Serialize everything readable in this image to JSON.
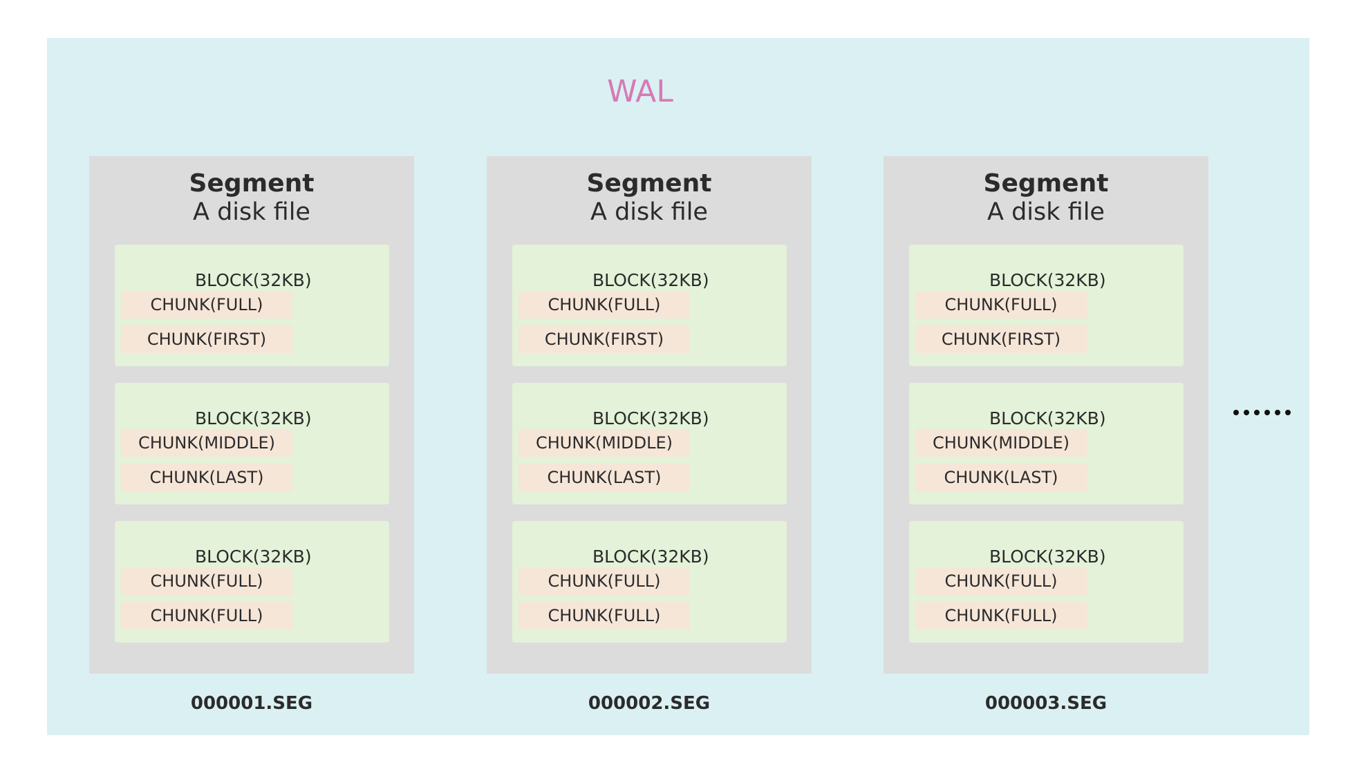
{
  "wal": {
    "title": "WAL"
  },
  "segments": [
    {
      "title": "Segment",
      "subtitle": "A disk file",
      "file": "000001.SEG",
      "blocks": [
        {
          "label": "BLOCK(32KB)",
          "chunks": [
            "CHUNK(FULL)",
            "CHUNK(FIRST)"
          ]
        },
        {
          "label": "BLOCK(32KB)",
          "chunks": [
            "CHUNK(MIDDLE)",
            "CHUNK(LAST)"
          ]
        },
        {
          "label": "BLOCK(32KB)",
          "chunks": [
            "CHUNK(FULL)",
            "CHUNK(FULL)"
          ]
        }
      ]
    },
    {
      "title": "Segment",
      "subtitle": "A disk file",
      "file": "000002.SEG",
      "blocks": [
        {
          "label": "BLOCK(32KB)",
          "chunks": [
            "CHUNK(FULL)",
            "CHUNK(FIRST)"
          ]
        },
        {
          "label": "BLOCK(32KB)",
          "chunks": [
            "CHUNK(MIDDLE)",
            "CHUNK(LAST)"
          ]
        },
        {
          "label": "BLOCK(32KB)",
          "chunks": [
            "CHUNK(FULL)",
            "CHUNK(FULL)"
          ]
        }
      ]
    },
    {
      "title": "Segment",
      "subtitle": "A disk file",
      "file": "000003.SEG",
      "blocks": [
        {
          "label": "BLOCK(32KB)",
          "chunks": [
            "CHUNK(FULL)",
            "CHUNK(FIRST)"
          ]
        },
        {
          "label": "BLOCK(32KB)",
          "chunks": [
            "CHUNK(MIDDLE)",
            "CHUNK(LAST)"
          ]
        },
        {
          "label": "BLOCK(32KB)",
          "chunks": [
            "CHUNK(FULL)",
            "CHUNK(FULL)"
          ]
        }
      ]
    }
  ],
  "continuation": {
    "icon": "ellipsis-icon"
  },
  "colors": {
    "wal_background": "#dbf0f3",
    "wal_title": "#d67ab4",
    "segment_background": "#dcdcdc",
    "block_background": "#e3f2d8",
    "chunk_background": "#f6e6d8",
    "text": "#2b2b2b"
  }
}
